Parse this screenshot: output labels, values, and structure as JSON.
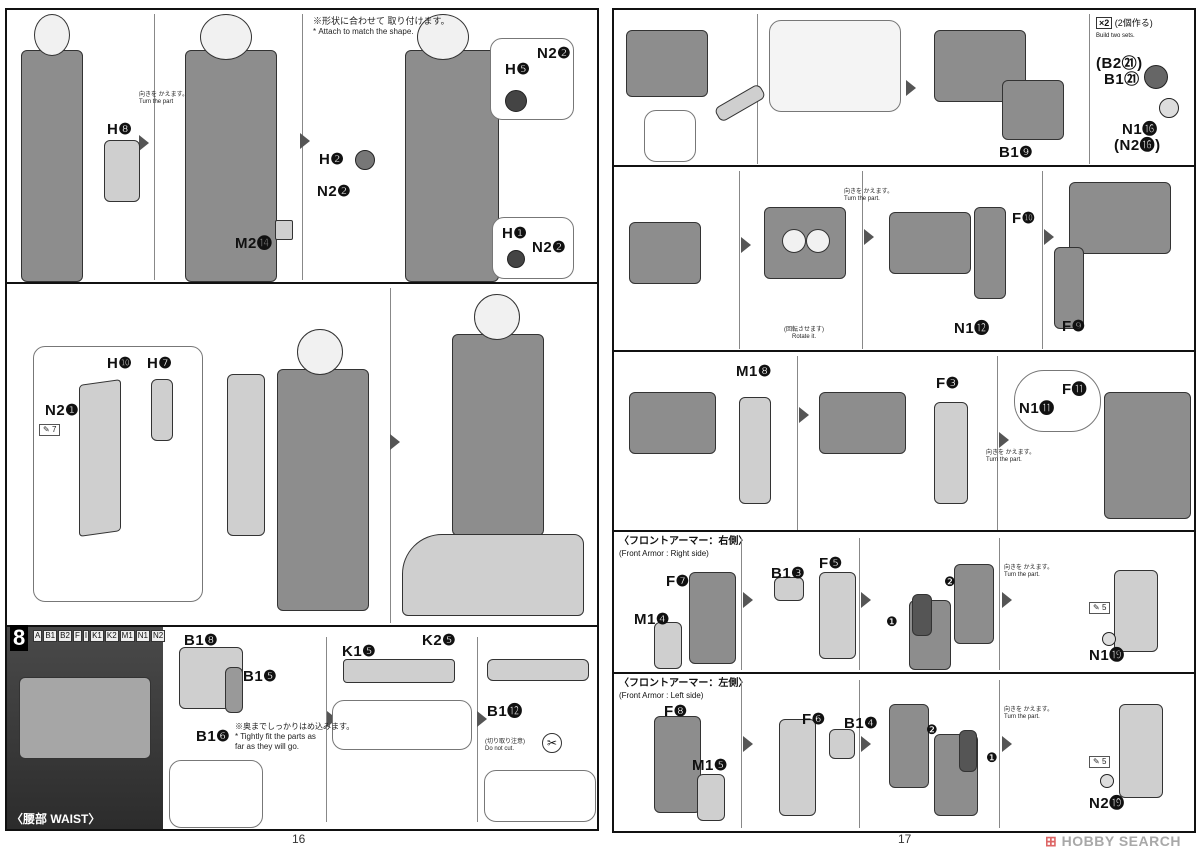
{
  "left_page": {
    "page_number": "16",
    "panel1": {
      "labels": [
        "H❽",
        "M2⓮",
        "N2❷",
        "H❺",
        "H❷",
        "N2❷",
        "H❶",
        "N2❷"
      ],
      "turn_note_jp": "向きを かえます。",
      "turn_note_en": "Turn the part",
      "attach_note_jp": "※形状に合わせて 取り付けます。",
      "attach_note_en": "* Attach to match the shape."
    },
    "panel2": {
      "labels": [
        "H❿",
        "H❼",
        "N2❶"
      ],
      "tool_icon_text": "7"
    },
    "step8": {
      "number": "8",
      "runners": [
        "A",
        "B1",
        "B2",
        "F",
        "I",
        "K1",
        "K2",
        "M1",
        "N1",
        "N2"
      ],
      "section_title": "〈腰部 WAIST〉",
      "labels": [
        "B1❽",
        "B1❺",
        "B1❻",
        "K1❺",
        "K2❺",
        "B1⓬"
      ],
      "fit_note_jp": "※奥までしっかりはめ込みます。",
      "fit_note_en": "* Tightly fit the parts as far as they will go.",
      "cut_note_jp": "(切り取り注意)",
      "cut_note_en": "Do not cut."
    }
  },
  "right_page": {
    "page_number": "17",
    "row1": {
      "labels": [
        "B1❾",
        "(B2㉑)",
        "B1㉑",
        "N1⓰",
        "(N2⓰)"
      ],
      "multiplier": "×2",
      "build_note_jp": "(2個作る)",
      "build_note_en": "Build two sets."
    },
    "row2": {
      "labels": [
        "F❿",
        "N1⓬",
        "F❾"
      ],
      "rotate_note_jp": "(回転させます)",
      "rotate_note_en": "Rotate it.",
      "turn_note_jp": "向きを かえます。",
      "turn_note_en": "Turn the part."
    },
    "row3": {
      "labels": [
        "M1❽",
        "F❸",
        "N1⓫",
        "F⓫"
      ],
      "turn_note_jp": "向きを かえます。",
      "turn_note_en": "Turn the part."
    },
    "row4": {
      "title_jp": "〈フロントアーマー：右側〉",
      "title_en": "(Front Armor : Right side)",
      "labels": [
        "F❼",
        "M1❹",
        "B1❸",
        "F❺",
        "N1⓳"
      ],
      "steps": [
        "❶",
        "❷"
      ],
      "turn_note_jp": "向きを かえます。",
      "turn_note_en": "Turn the part.",
      "tool_icon_text": "5"
    },
    "row5": {
      "title_jp": "〈フロントアーマー：左側〉",
      "title_en": "(Front Armor : Left side)",
      "labels": [
        "F❽",
        "M1❺",
        "F❻",
        "B1❹",
        "N2⓳"
      ],
      "steps": [
        "❶",
        "❷"
      ],
      "turn_note_jp": "向きを かえます。",
      "turn_note_en": "Turn the part.",
      "tool_icon_text": "5"
    }
  },
  "watermark": "HOBBY SEARCH"
}
